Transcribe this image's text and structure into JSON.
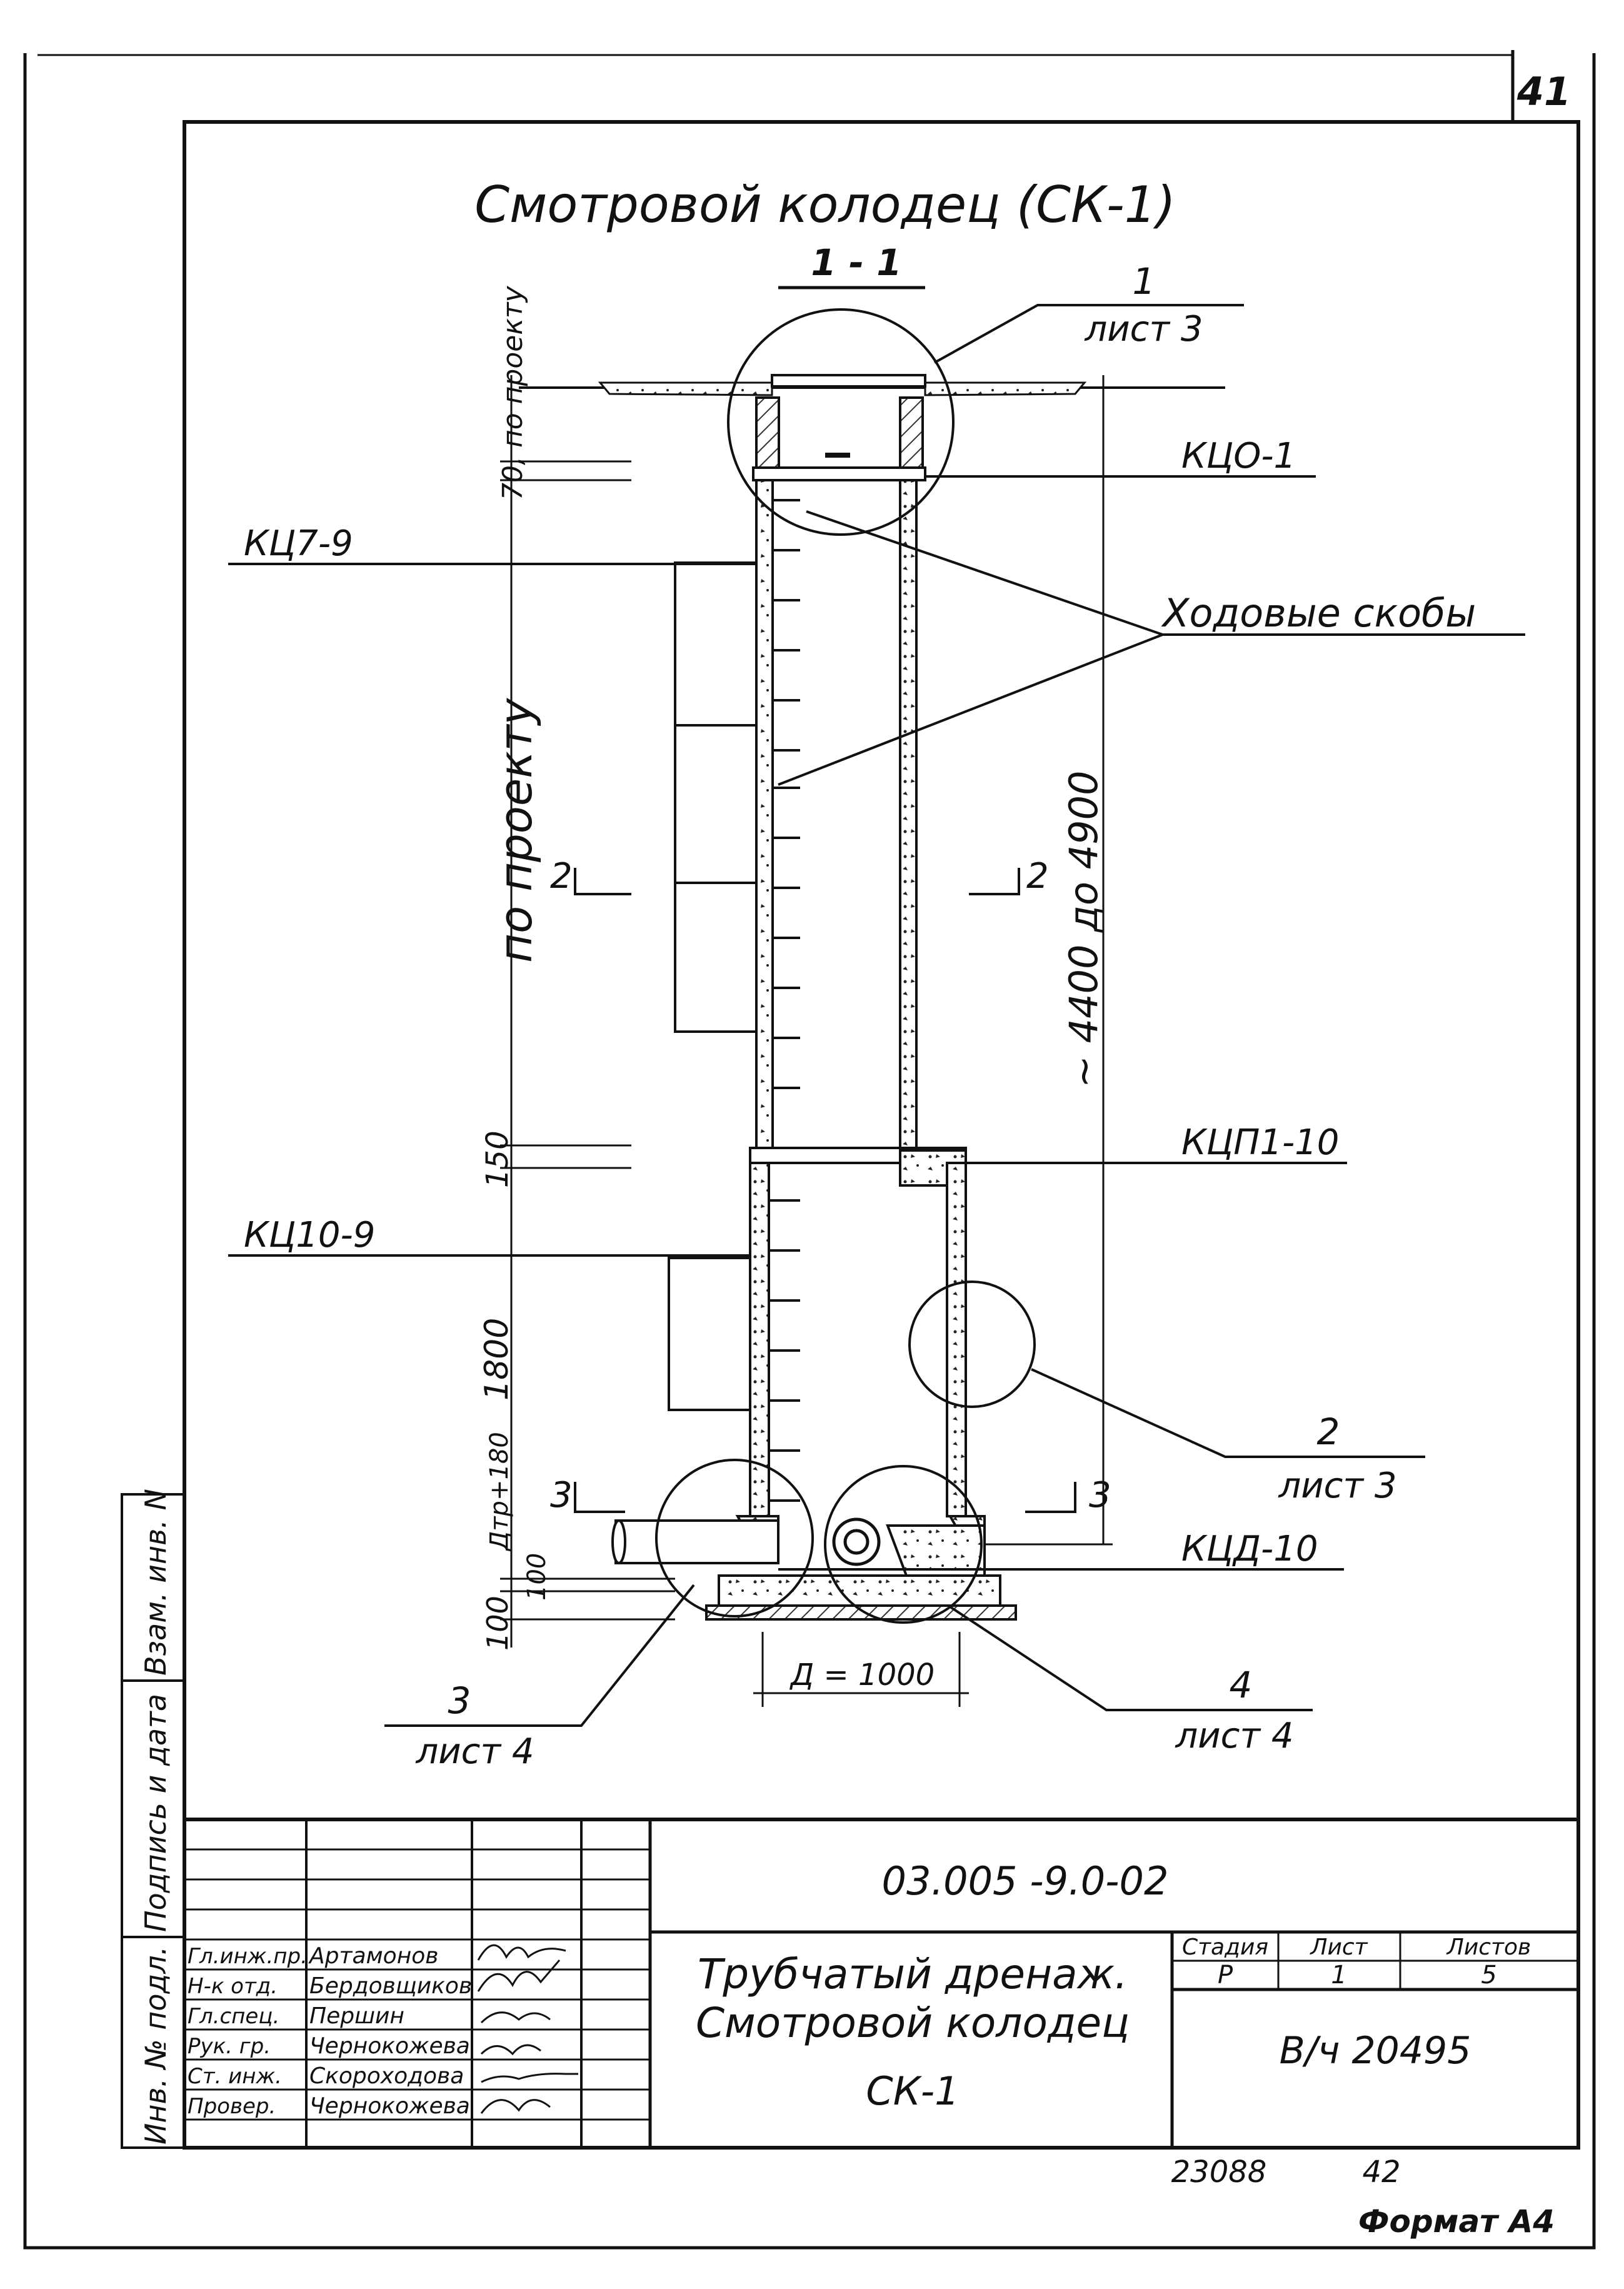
{
  "sheet": {
    "page_number": "41",
    "title": "Смотровой колодец (СК-1)",
    "section": "1 - 1",
    "colors": {
      "ink": "#111111",
      "paper": "#ffffff",
      "hatch": "#444444"
    }
  },
  "callouts": {
    "c1": {
      "num": "1",
      "ref": "лист 3"
    },
    "c2": {
      "num": "2",
      "ref": "лист 3"
    },
    "c3": {
      "num": "3",
      "ref": "лист 4"
    },
    "c4": {
      "num": "4",
      "ref": "лист 4"
    }
  },
  "elements": {
    "kco": "КЦО-1",
    "kc7": "КЦ7-9",
    "steps": "Ходовые скобы",
    "kcp": "КЦП1-10",
    "kc10": "КЦ10-9",
    "kcd": "КЦД-10"
  },
  "dimensions": {
    "top": "70, по проекту",
    "shaft": "по проекту",
    "total": "~ 4400 до 4900",
    "d150": "150",
    "d1800": "1800",
    "dtr": "Дтр+180",
    "d100a": "100",
    "d100b": "100",
    "diameter": "Д = 1000"
  },
  "section_marks": {
    "s2": "2",
    "s3": "3"
  },
  "side_stamp": {
    "inv": "Инв. № подл.",
    "sign": "Подпись и дата",
    "vzam": "Взам. инв. N"
  },
  "title_block": {
    "code": "03.005 -9.0-02",
    "name_line1": "Трубчатый дренаж.",
    "name_line2": "Смотровой колодец",
    "name_line3": "СК-1",
    "stage_header": "Стадия",
    "sheet_header": "Лист",
    "sheets_header": "Листов",
    "stage": "Р",
    "sheet": "1",
    "sheets": "5",
    "org": "В/ч 20495",
    "staff": [
      {
        "role": "Гл.инж.пр.",
        "name": "Артамонов"
      },
      {
        "role": "Н-к отд.",
        "name": "Бердовщиков"
      },
      {
        "role": "Гл.спец.",
        "name": "Першин"
      },
      {
        "role": "Рук. гр.",
        "name": "Чернокожева"
      },
      {
        "role": "Ст. инж.",
        "name": "Скороходова"
      },
      {
        "role": "Провер.",
        "name": "Чернокожева"
      }
    ]
  },
  "footer": {
    "num1": "23088",
    "num2": "42",
    "format": "Формат А4"
  }
}
